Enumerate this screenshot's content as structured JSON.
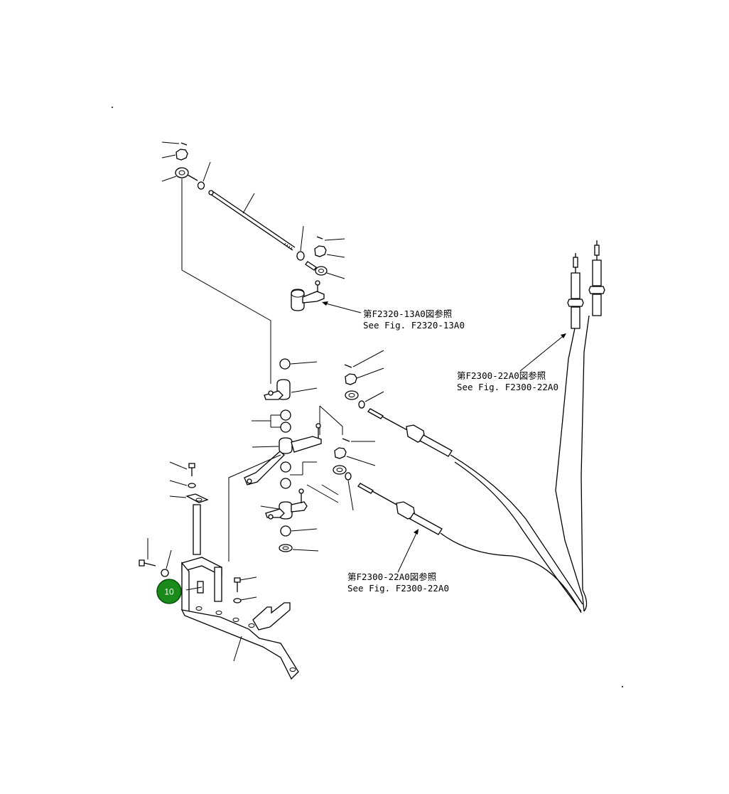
{
  "references": [
    {
      "id": "ref-f2320",
      "jp": "第F2320-13A0図参照",
      "en": "See Fig. F2320-13A0"
    },
    {
      "id": "ref-f2300-upper",
      "jp": "第F2300-22A0図参照",
      "en": "See Fig. F2300-22A0"
    },
    {
      "id": "ref-f2300-lower",
      "jp": "第F2300-22A0図参照",
      "en": "See Fig. F2300-22A0"
    }
  ],
  "callouts": [
    {
      "label": "10",
      "color": "#1a8a1a"
    }
  ]
}
